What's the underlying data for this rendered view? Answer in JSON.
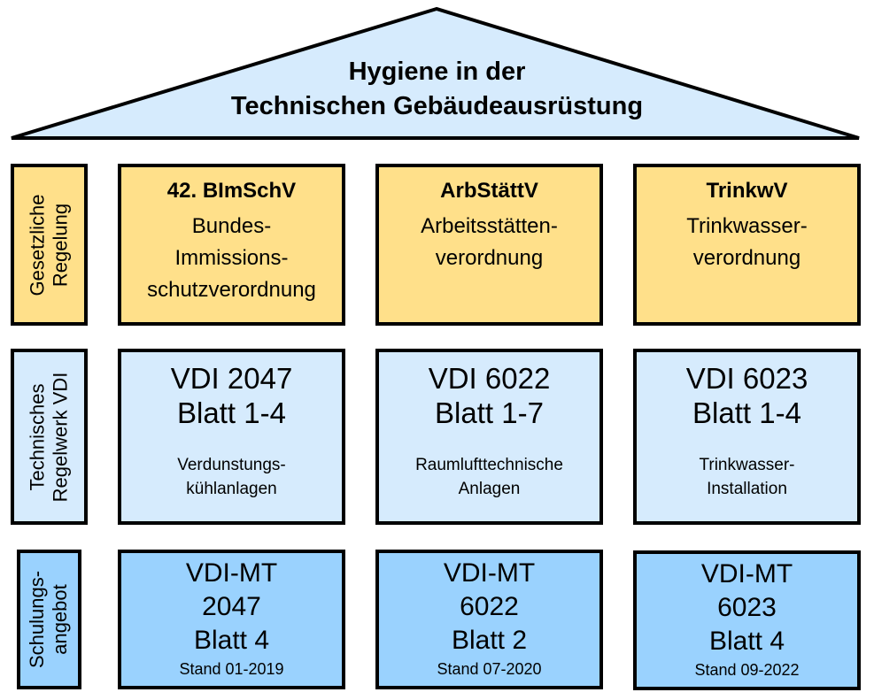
{
  "roof": {
    "title_line1": "Hygiene in der",
    "title_line2": "Technischen Gebäudeausrüstung"
  },
  "row_labels": {
    "legal": "Gesetzliche\nRegelung",
    "technical": "Technisches\nRegelwerk VDI",
    "training": "Schulungs-\nangebot"
  },
  "legal": [
    {
      "abbr": "42. BImSchV",
      "name_lines": [
        "Bundes-",
        "Immissions-",
        "schutzverordnung"
      ]
    },
    {
      "abbr": "ArbStättV",
      "name_lines": [
        "Arbeitsstätten-",
        "verordnung"
      ]
    },
    {
      "abbr": "TrinkwV",
      "name_lines": [
        "Trinkwasser-",
        "verordnung"
      ]
    }
  ],
  "technical": [
    {
      "standard": "VDI 2047",
      "sheets": "Blatt 1-4",
      "desc_lines": [
        "Verdunstungs-",
        "kühlanlagen"
      ]
    },
    {
      "standard": "VDI 6022",
      "sheets": "Blatt 1-7",
      "desc_lines": [
        "Raumlufttechnische",
        "Anlagen"
      ]
    },
    {
      "standard": "VDI 6023",
      "sheets": "Blatt 1-4",
      "desc_lines": [
        "Trinkwasser-",
        "Installation"
      ]
    }
  ],
  "training": [
    {
      "line1": "VDI-MT",
      "line2": "2047",
      "line3": "Blatt 4",
      "stand": "Stand 01-2019"
    },
    {
      "line1": "VDI-MT",
      "line2": "6022",
      "line3": "Blatt 2",
      "stand": "Stand 07-2020"
    },
    {
      "line1": "VDI-MT",
      "line2": "6023",
      "line3": "Blatt 4",
      "stand": "Stand 09-2022"
    }
  ],
  "colors": {
    "roof": "#d6ebfd",
    "legal": "#ffe08a",
    "technical": "#d6ebfd",
    "training": "#9ad2fe"
  }
}
